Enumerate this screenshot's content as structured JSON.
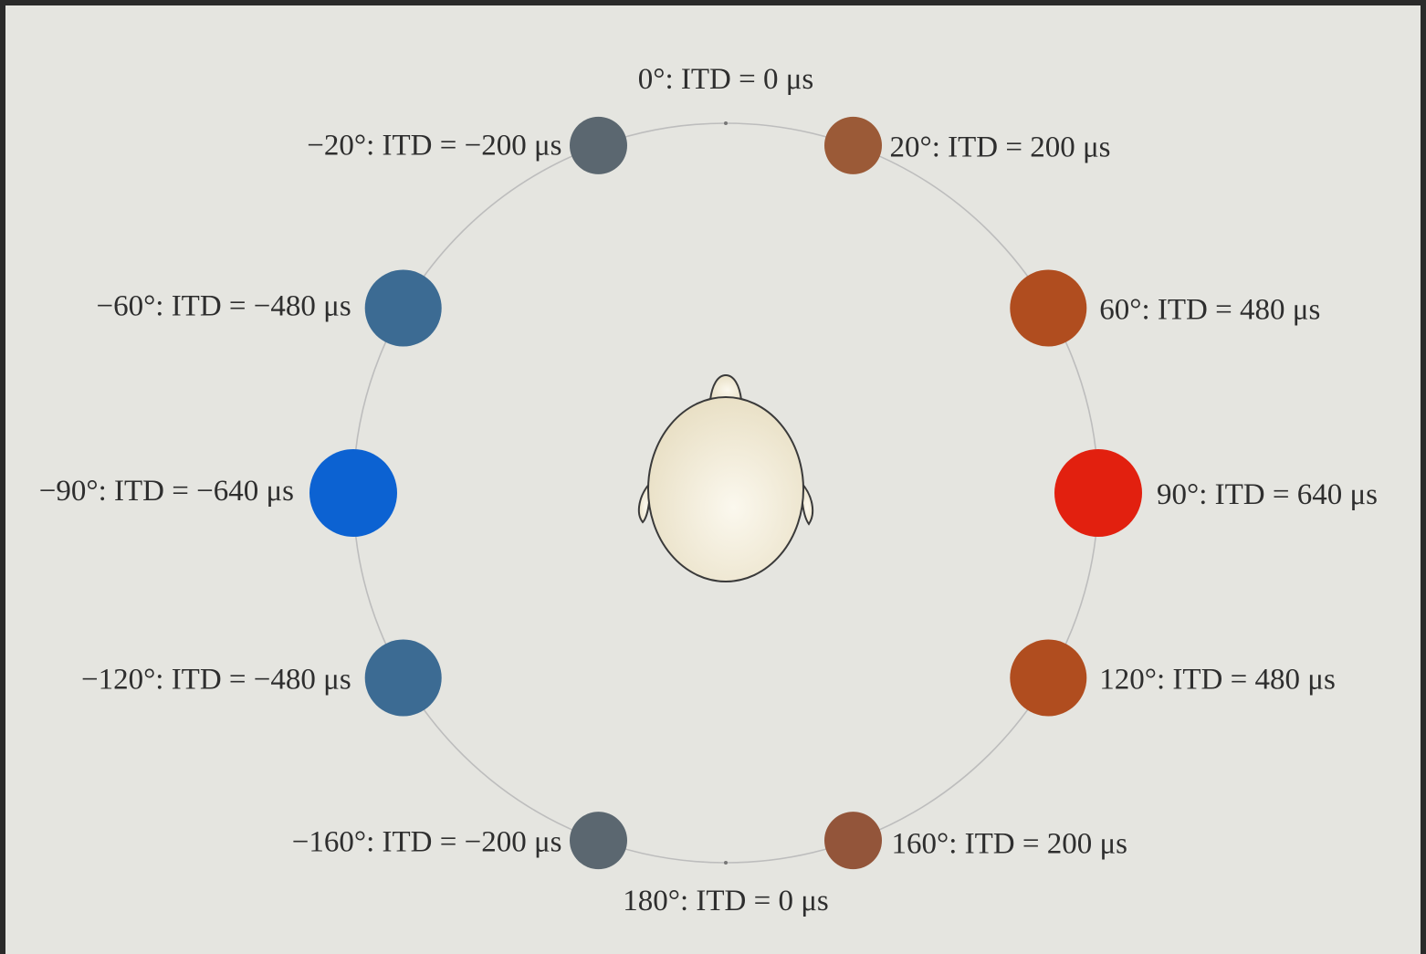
{
  "colors": {
    "border": "#2a2a2a",
    "background": "#e5e5e0",
    "circle_line": "#bdbdbd",
    "head_fill_light": "#fbf8ee",
    "head_fill_dark": "#e6dcbf",
    "head_outline": "#3a3a3a"
  },
  "angles": [
    {
      "angle": 0,
      "itd_us": 0,
      "label": "0°: ITD = 0 μs",
      "color": "#777777",
      "marker": "dot"
    },
    {
      "angle": 20,
      "itd_us": 200,
      "label": "20°: ITD = 200 μs",
      "color": "#9b5a37",
      "marker": "circle"
    },
    {
      "angle": 60,
      "itd_us": 480,
      "label": "60°: ITD = 480 μs",
      "color": "#b04d1f",
      "marker": "circle"
    },
    {
      "angle": 90,
      "itd_us": 640,
      "label": "90°: ITD = 640 μs",
      "color": "#e2200f",
      "marker": "circle"
    },
    {
      "angle": 120,
      "itd_us": 480,
      "label": "120°: ITD = 480 μs",
      "color": "#b04d1f",
      "marker": "circle"
    },
    {
      "angle": 160,
      "itd_us": 200,
      "label": "160°: ITD = 200 μs",
      "color": "#93553a",
      "marker": "circle"
    },
    {
      "angle": 180,
      "itd_us": 0,
      "label": "180°: ITD = 0 μs",
      "color": "#777777",
      "marker": "dot"
    },
    {
      "angle": -160,
      "itd_us": -200,
      "label": "−160°: ITD = −200 μs",
      "color": "#5b6770",
      "marker": "circle"
    },
    {
      "angle": -120,
      "itd_us": -480,
      "label": "−120°: ITD = −480 μs",
      "color": "#3c6b93",
      "marker": "circle"
    },
    {
      "angle": -90,
      "itd_us": -640,
      "label": "−90°: ITD = −640 μs",
      "color": "#0c62d2",
      "marker": "circle"
    },
    {
      "angle": -60,
      "itd_us": -480,
      "label": "−60°: ITD = −480 μs",
      "color": "#3c6b93",
      "marker": "circle"
    },
    {
      "angle": -20,
      "itd_us": -200,
      "label": "−20°: ITD = −200 μs",
      "color": "#5b6770",
      "marker": "circle"
    }
  ]
}
